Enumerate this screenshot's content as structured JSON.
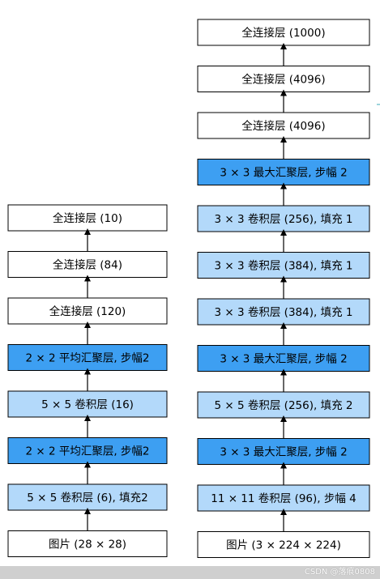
{
  "colors": {
    "layer_white": "#ffffff",
    "layer_light": "#b3d9fa",
    "layer_dark": "#3d9ff2",
    "border": "#000000",
    "arrow": "#000000"
  },
  "lenet": {
    "layers": [
      {
        "label": "全连接层 (10)",
        "style": "white"
      },
      {
        "label": "全连接层 (84)",
        "style": "white"
      },
      {
        "label": "全连接层 (120)",
        "style": "white"
      },
      {
        "label": "2 × 2 平均汇聚层, 步幅2",
        "style": "dark"
      },
      {
        "label": "5 × 5 卷积层 (16)",
        "style": "light"
      },
      {
        "label": "2 × 2 平均汇聚层, 步幅2",
        "style": "dark"
      },
      {
        "label": "5 × 5 卷积层 (6), 填充2",
        "style": "light"
      },
      {
        "label": "图片 (28 × 28)",
        "style": "white"
      }
    ]
  },
  "alexnet": {
    "layers": [
      {
        "label": "全连接层 (1000)",
        "style": "white"
      },
      {
        "label": "全连接层 (4096)",
        "style": "white"
      },
      {
        "label": "全连接层 (4096)",
        "style": "white"
      },
      {
        "label": "3 × 3 最大汇聚层, 步幅 2",
        "style": "dark"
      },
      {
        "label": "3 × 3 卷积层 (256), 填充 1",
        "style": "light"
      },
      {
        "label": "3 × 3 卷积层 (384), 填充 1",
        "style": "light"
      },
      {
        "label": "3 × 3 卷积层 (384), 填充 1",
        "style": "light"
      },
      {
        "label": "3 × 3 最大汇聚层, 步幅 2",
        "style": "dark"
      },
      {
        "label": "5 × 5 卷积层 (256), 填充 2",
        "style": "light"
      },
      {
        "label": "3 × 3 最大汇聚层, 步幅 2",
        "style": "dark"
      },
      {
        "label": "11 × 11 卷积层 (96), 步幅 4",
        "style": "light"
      },
      {
        "label": "图片 (3 × 224 × 224)",
        "style": "white"
      }
    ]
  },
  "watermark": "CSDN @落痕0808"
}
